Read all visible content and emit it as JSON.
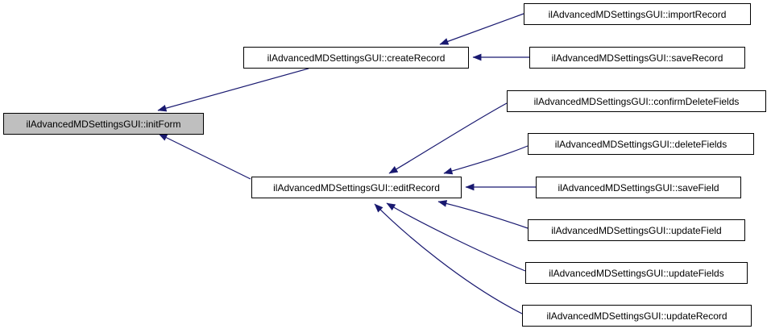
{
  "diagram": {
    "type": "call-graph",
    "colors": {
      "background": "#ffffff",
      "edge": "#191970",
      "node_fill": "#ffffff",
      "node_border": "#000000",
      "highlight_node_fill": "#bfbfbf",
      "text": "#000000"
    },
    "nodes": [
      {
        "id": "initForm",
        "label": "ilAdvancedMDSettingsGUI::initForm",
        "highlighted": true
      },
      {
        "id": "createRecord",
        "label": "ilAdvancedMDSettingsGUI::createRecord",
        "highlighted": false
      },
      {
        "id": "editRecord",
        "label": "ilAdvancedMDSettingsGUI::editRecord",
        "highlighted": false
      },
      {
        "id": "importRecord",
        "label": "ilAdvancedMDSettingsGUI::importRecord",
        "highlighted": false
      },
      {
        "id": "saveRecord",
        "label": "ilAdvancedMDSettingsGUI::saveRecord",
        "highlighted": false
      },
      {
        "id": "confirmDeleteFields",
        "label": "ilAdvancedMDSettingsGUI::confirmDeleteFields",
        "highlighted": false
      },
      {
        "id": "deleteFields",
        "label": "ilAdvancedMDSettingsGUI::deleteFields",
        "highlighted": false
      },
      {
        "id": "saveField",
        "label": "ilAdvancedMDSettingsGUI::saveField",
        "highlighted": false
      },
      {
        "id": "updateField",
        "label": "ilAdvancedMDSettingsGUI::updateField",
        "highlighted": false
      },
      {
        "id": "updateFields",
        "label": "ilAdvancedMDSettingsGUI::updateFields",
        "highlighted": false
      },
      {
        "id": "updateRecord",
        "label": "ilAdvancedMDSettingsGUI::updateRecord",
        "highlighted": false
      }
    ],
    "edges": [
      {
        "from": "createRecord",
        "to": "initForm"
      },
      {
        "from": "editRecord",
        "to": "initForm"
      },
      {
        "from": "importRecord",
        "to": "createRecord"
      },
      {
        "from": "saveRecord",
        "to": "createRecord"
      },
      {
        "from": "confirmDeleteFields",
        "to": "editRecord"
      },
      {
        "from": "deleteFields",
        "to": "editRecord"
      },
      {
        "from": "saveField",
        "to": "editRecord"
      },
      {
        "from": "updateField",
        "to": "editRecord"
      },
      {
        "from": "updateFields",
        "to": "editRecord"
      },
      {
        "from": "updateRecord",
        "to": "editRecord"
      }
    ]
  }
}
